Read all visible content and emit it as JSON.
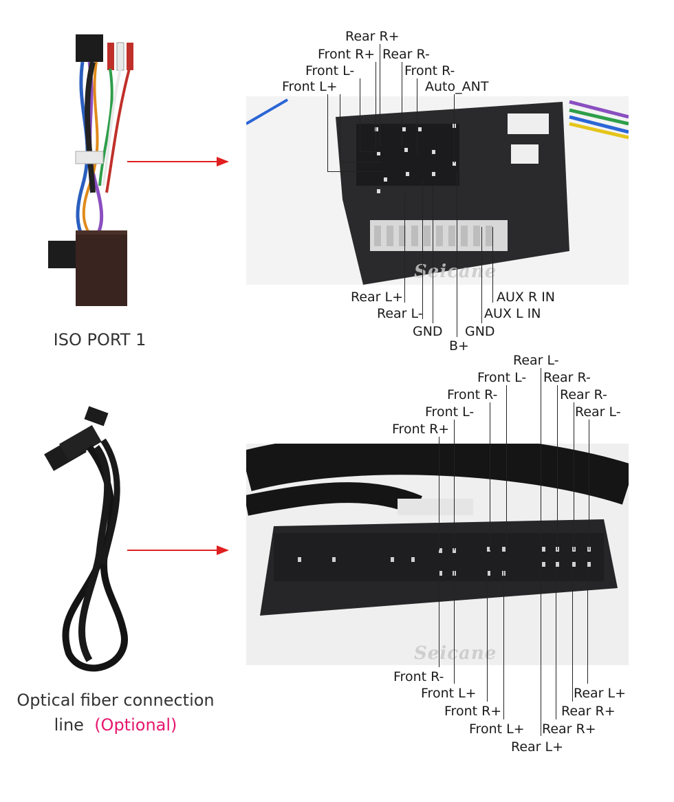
{
  "top": {
    "caption": "ISO PORT 1",
    "labels_top": [
      "Rear R+",
      "Front R+",
      "Rear R-",
      "Front L-",
      "Front R-",
      "Front L+",
      "Auto_ANT"
    ],
    "labels_bottom": [
      "Rear L+",
      "AUX R IN",
      "Rear L-",
      "AUX L IN",
      "GND",
      "GND",
      "B+"
    ],
    "watermark": "Seicane"
  },
  "bottom": {
    "caption_line1": "Optical fiber connection",
    "caption_line2": "line",
    "caption_optional": "(Optional)",
    "labels_top": [
      "Rear L-",
      "Front L-",
      "Rear R-",
      "Front R-",
      "Rear R-",
      "Front L-",
      "Rear L-",
      "Front R+"
    ],
    "labels_bottom": [
      "Front R-",
      "Front L+",
      "Rear L+",
      "Front R+",
      "Rear R+",
      "Front L+",
      "Rear R+",
      "Rear L+"
    ],
    "watermark": "Seicane"
  },
  "colors": {
    "arrow": "#e02020",
    "optional": "#e6166e"
  }
}
